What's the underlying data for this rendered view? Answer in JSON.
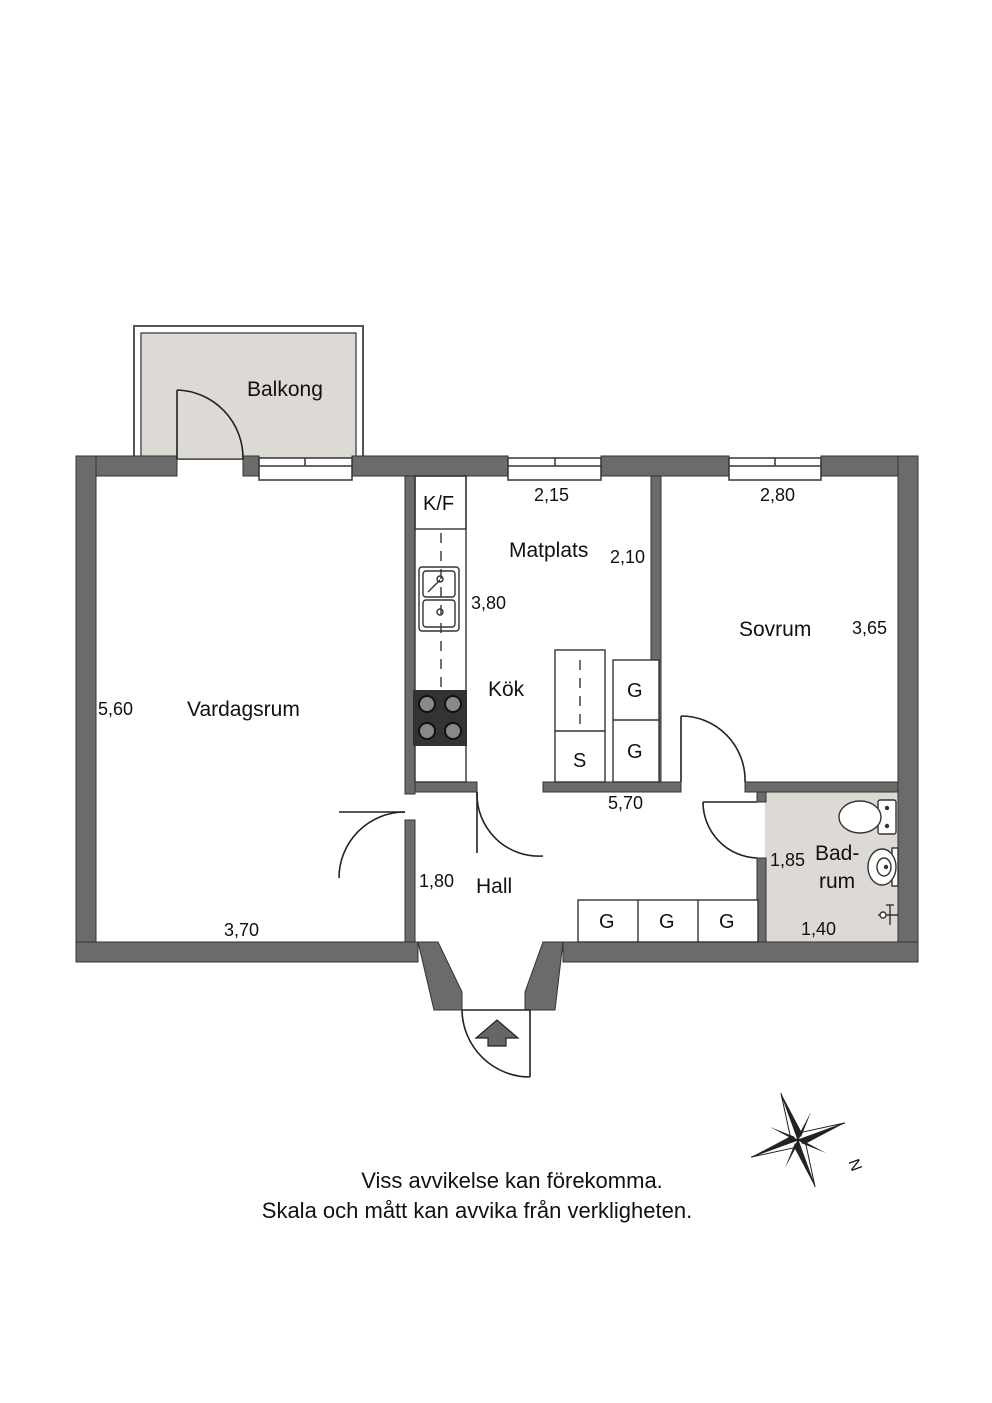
{
  "rooms": {
    "balcony": "Balkong",
    "living": "Vardagsrum",
    "dining": "Matplats",
    "kitchen": "Kök",
    "bedroom": "Sovrum",
    "hall": "Hall",
    "bath_line1": "Bad-",
    "bath_line2": "rum"
  },
  "dimensions": {
    "living_height": "5,60",
    "living_width": "3,70",
    "dining_width": "2,15",
    "dining_height": "2,10",
    "kitchen_height": "3,80",
    "bedroom_width": "2,80",
    "bedroom_height": "3,65",
    "hall_width": "5,70",
    "hall_height": "1,80",
    "bath_height": "1,85",
    "bath_width": "1,40"
  },
  "fixtures": {
    "fridge_freezer": "K/F",
    "closet": "G",
    "storage": "S"
  },
  "compass": {
    "north_label": "N"
  },
  "notes": {
    "line1": "Viss avvikelse kan förekomma.",
    "line2": "Skala och mått kan avvika från verkligheten."
  },
  "colors": {
    "wall": "#6b6b6b",
    "balcony_fill": "#ddd9d4",
    "bath_fill": "#ddd9d4"
  }
}
